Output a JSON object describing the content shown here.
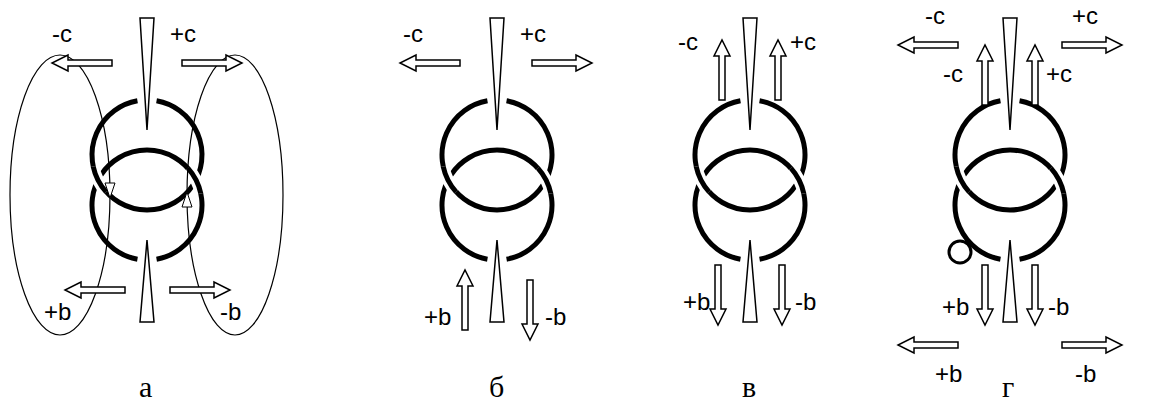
{
  "diagram": {
    "labels": [
      "-c",
      "+c",
      "+b",
      "-b",
      "а",
      "-c",
      "+c",
      "+b",
      "-b",
      "б",
      "-c",
      "+c",
      "+b",
      "-b",
      "в",
      "-c",
      "-c",
      "+c",
      "+c",
      "+b",
      "+b",
      "-b",
      "-b",
      "г"
    ]
  }
}
